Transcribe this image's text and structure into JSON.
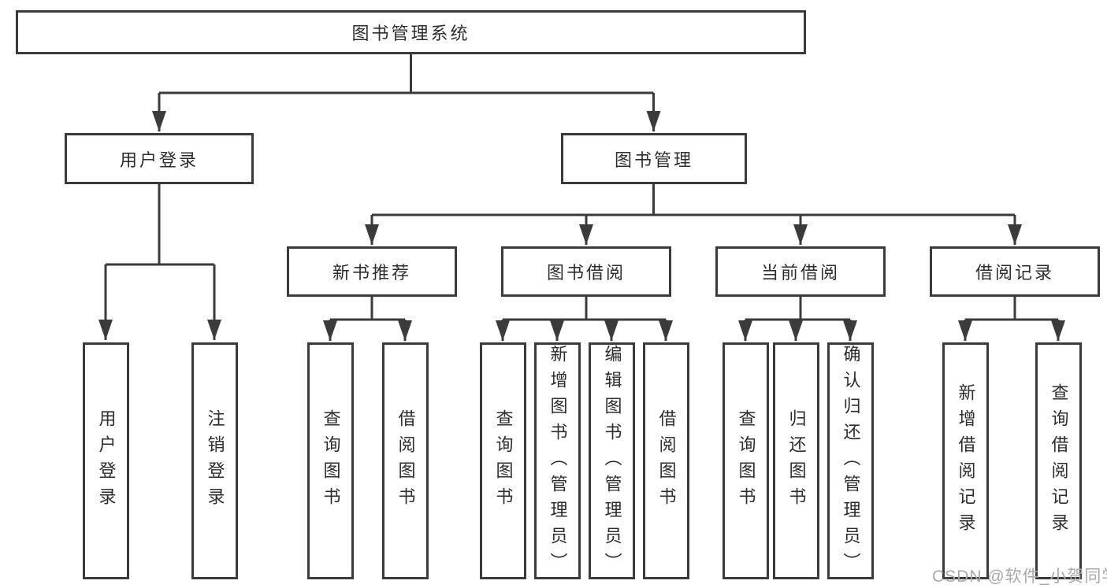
{
  "colors": {
    "line": "#3b3b3b",
    "box_border": "#3b3b3b",
    "text": "#2d2d2d",
    "watermark": "#a9a9a9",
    "background": "#ffffff"
  },
  "tree": {
    "root": {
      "label": "图书管理系统"
    },
    "branches": [
      {
        "label": "用户登录",
        "children": [
          {
            "label": "用户登录"
          },
          {
            "label": "注销登录"
          }
        ]
      },
      {
        "label": "图书管理",
        "children": [
          {
            "label": "新书推荐",
            "children": [
              {
                "label": "查询图书"
              },
              {
                "label": "借阅图书"
              }
            ]
          },
          {
            "label": "图书借阅",
            "children": [
              {
                "label": "查询图书"
              },
              {
                "label": "新增图书（管理员）"
              },
              {
                "label": "编辑图书（管理员）"
              },
              {
                "label": "借阅图书"
              }
            ]
          },
          {
            "label": "当前借阅",
            "children": [
              {
                "label": "查询图书"
              },
              {
                "label": "归还图书"
              },
              {
                "label": "确认归还（管理员）"
              }
            ]
          },
          {
            "label": "借阅记录",
            "children": [
              {
                "label": "新增借阅记录"
              },
              {
                "label": "查询借阅记录"
              }
            ]
          }
        ]
      }
    ]
  },
  "watermark": {
    "text": "CSDN @软件_小贺同学"
  }
}
